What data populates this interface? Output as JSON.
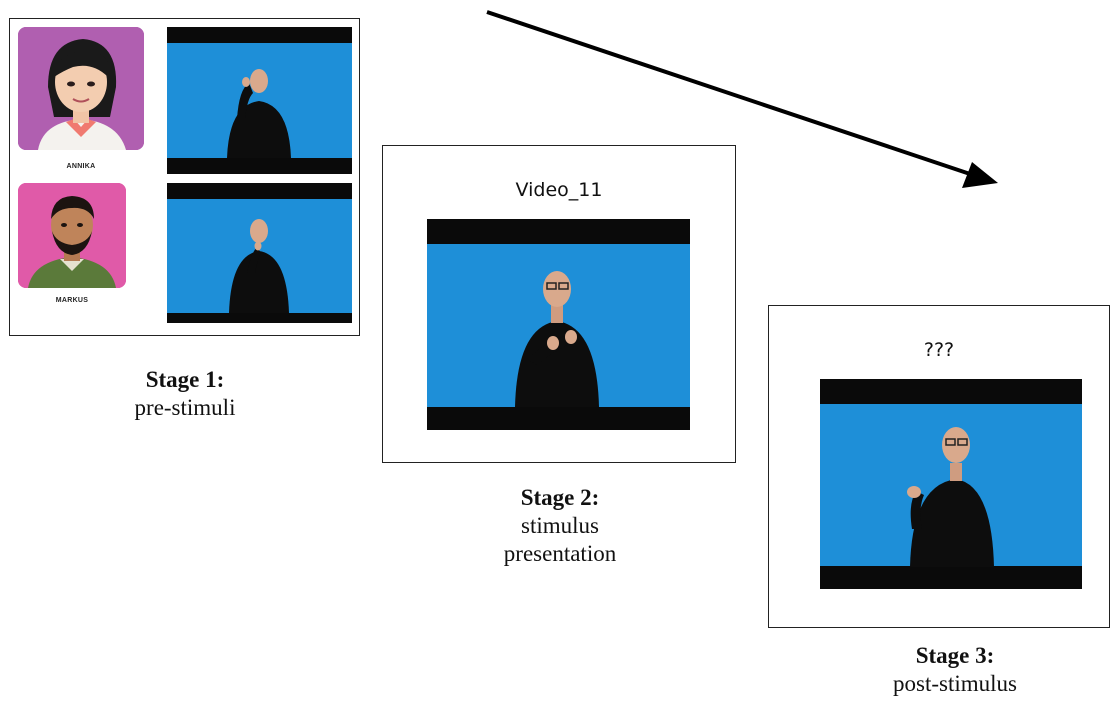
{
  "colors": {
    "video_background": "#1e8fd8",
    "video_letterbox": "#0a0a0a",
    "annika_avatar_bg": "#b05fb0",
    "markus_avatar_bg": "#e05aa8"
  },
  "stage1": {
    "avatars": [
      {
        "name": "ANNIKA"
      },
      {
        "name": "MARKUS"
      }
    ],
    "caption_title": "Stage 1:",
    "caption_text": "pre-stimuli"
  },
  "stage2": {
    "screen_title": "Video_11",
    "caption_title": "Stage 2:",
    "caption_line1": "stimulus",
    "caption_line2": "presentation"
  },
  "stage3": {
    "screen_title": "???",
    "caption_title": "Stage 3:",
    "caption_text": "post-stimulus"
  },
  "arrow": {
    "direction": "down-right"
  }
}
